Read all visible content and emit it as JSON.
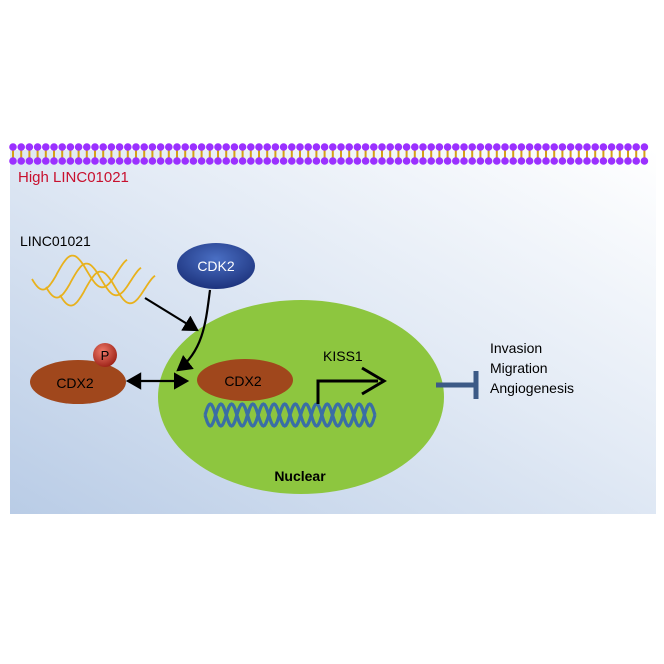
{
  "header_label": "High LINC01021",
  "lncrna_label": "LINC01021",
  "kinase_label": "CDK2",
  "phospho_label": "P",
  "cytoplasm_protein_label": "CDX2",
  "nuclear_protein_label": "CDX2",
  "gene_label": "KISS1",
  "nucleus_label": "Nuclear",
  "inhibited_processes": [
    "Invasion",
    "Migration",
    "Angiogenesis"
  ],
  "colors": {
    "header_label": "#c8102e",
    "membrane_head": "#9b30ff",
    "membrane_tail": "#d4a017",
    "nucleus": "#8dc63f",
    "protein": "#a0471c",
    "kinase": "#1f3f95",
    "phospho": "#c0392b",
    "dna": "#3a6ea5",
    "lncrna": "#e8b11c",
    "inhibition": "#3c5a86"
  }
}
